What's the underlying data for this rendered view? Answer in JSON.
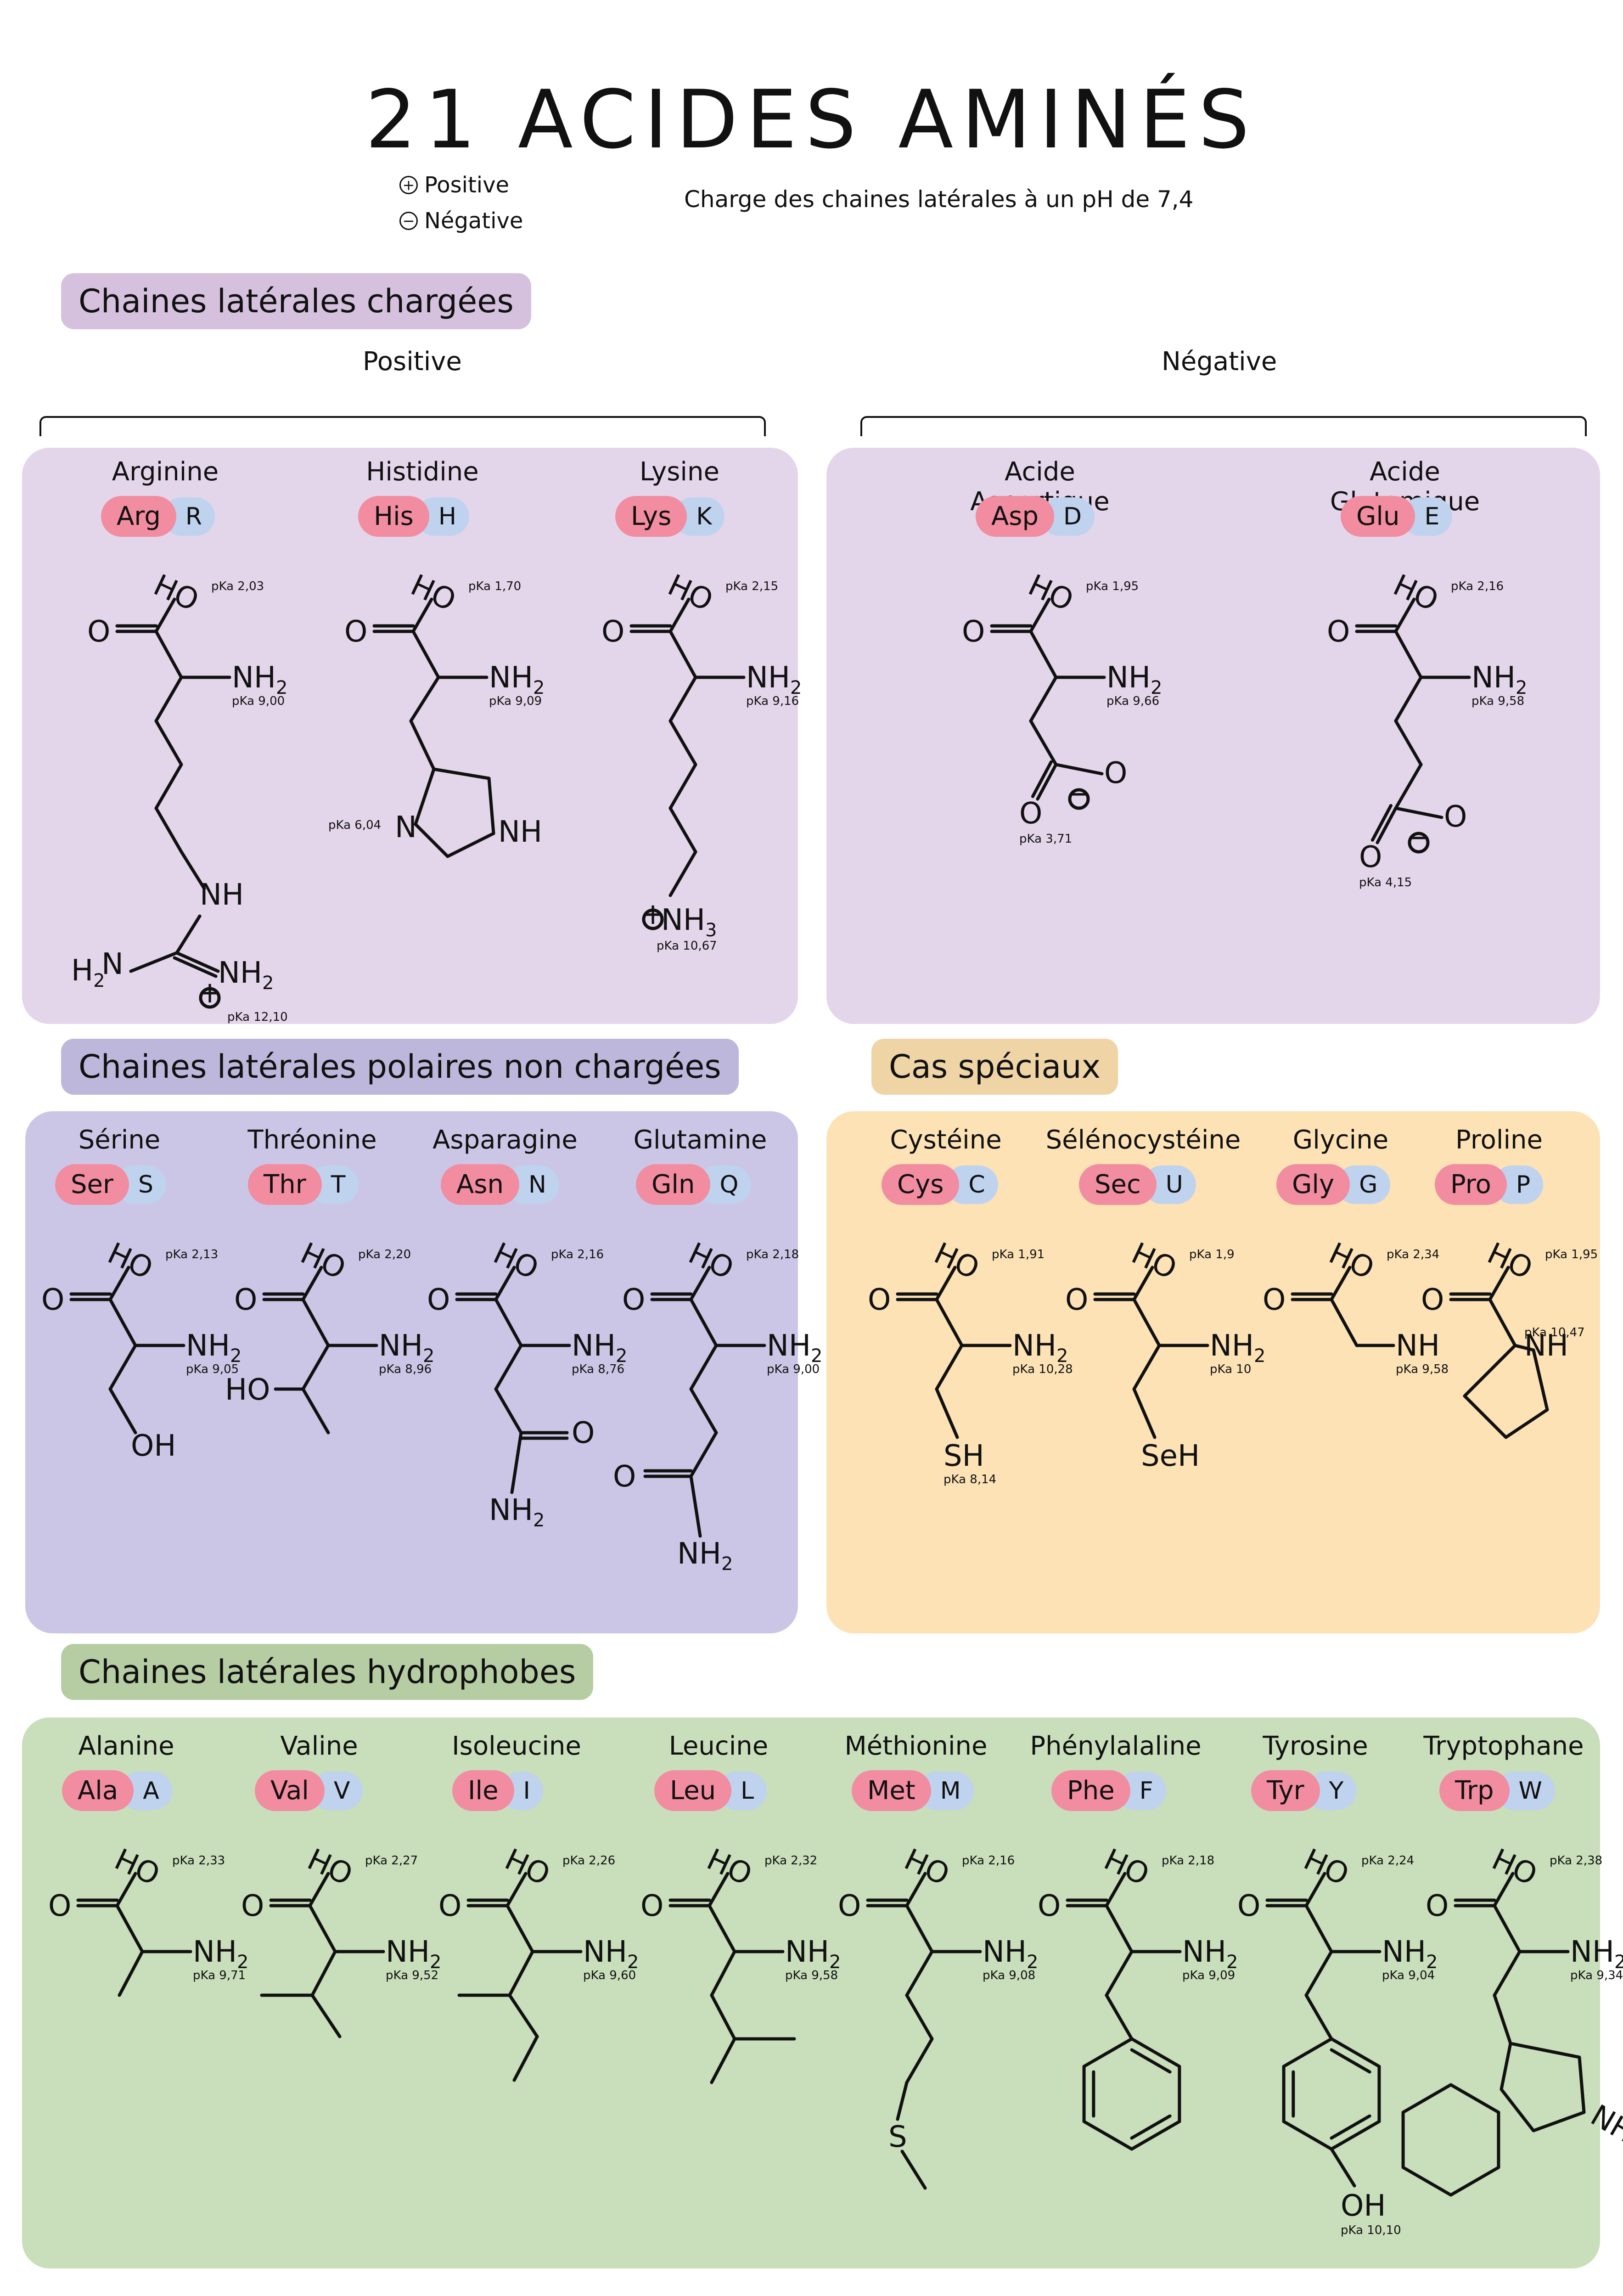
{
  "title": "21 ACIDES AMINÉS",
  "legend": {
    "positive_symbol": "+",
    "positive": "Positive",
    "negative_symbol": "−",
    "negative": "Négative"
  },
  "subtitle": "Charge des chaines latérales à un pH de 7,4",
  "sections": {
    "charged": "Chaines latérales chargées",
    "positive": "Positive",
    "negative": "Négative",
    "polar": "Chaines latérales polaires non chargées",
    "special": "Cas spéciaux",
    "hydrophobic": "Chaines latérales hydrophobes"
  },
  "colors": {
    "pill3": "#f28ca0",
    "pill1": "#bfd2ee",
    "charged_panel": "#e4d6ea",
    "charged_hdr": "#d5c1de",
    "polar_panel": "#cbc6e6",
    "polar_hdr": "#bdb7dc",
    "special_panel": "#fde2b6",
    "special_hdr": "#efd4a6",
    "hydro_panel": "#c9deba",
    "hydro_hdr": "#b6cda4"
  },
  "amino_acids": {
    "arg": {
      "name": "Arginine",
      "code3": "Arg",
      "code1": "R",
      "pka1": "pKa 2,03",
      "pka2": "pKa 9,00",
      "pka3": "pKa 12,10"
    },
    "his": {
      "name": "Histidine",
      "code3": "His",
      "code1": "H",
      "pka1": "pKa 1,70",
      "pka2": "pKa 9,09",
      "pka3": "pKa 6,04"
    },
    "lys": {
      "name": "Lysine",
      "code3": "Lys",
      "code1": "K",
      "pka1": "pKa 2,15",
      "pka2": "pKa 9,16",
      "pka3": "pKa 10,67"
    },
    "asp": {
      "name": "Acide Aspartique",
      "code3": "Asp",
      "code1": "D",
      "pka1": "pKa 1,95",
      "pka2": "pKa 9,66",
      "pka3": "pKa 3,71"
    },
    "glu": {
      "name": "Acide Glutamique",
      "code3": "Glu",
      "code1": "E",
      "pka1": "pKa 2,16",
      "pka2": "pKa 9,58",
      "pka3": "pKa 4,15"
    },
    "ser": {
      "name": "Sérine",
      "code3": "Ser",
      "code1": "S",
      "pka1": "pKa 2,13",
      "pka2": "pKa 9,05"
    },
    "thr": {
      "name": "Thréonine",
      "code3": "Thr",
      "code1": "T",
      "pka1": "pKa 2,20",
      "pka2": "pKa 8,96"
    },
    "asn": {
      "name": "Asparagine",
      "code3": "Asn",
      "code1": "N",
      "pka1": "pKa 2,16",
      "pka2": "pKa 8,76"
    },
    "gln": {
      "name": "Glutamine",
      "code3": "Gln",
      "code1": "Q",
      "pka1": "pKa 2,18",
      "pka2": "pKa 9,00"
    },
    "cys": {
      "name": "Cystéine",
      "code3": "Cys",
      "code1": "C",
      "pka1": "pKa 1,91",
      "pka2": "pKa 10,28",
      "pka3": "pKa 8,14"
    },
    "sec": {
      "name": "Sélénocystéine",
      "code3": "Sec",
      "code1": "U",
      "pka1": "pKa 1,9",
      "pka2": "pKa 10"
    },
    "gly": {
      "name": "Glycine",
      "code3": "Gly",
      "code1": "G",
      "pka1": "pKa 2,34",
      "pka2": "pKa 9,58"
    },
    "pro": {
      "name": "Proline",
      "code3": "Pro",
      "code1": "P",
      "pka1": "pKa 1,95",
      "pka2": "pKa 10,47"
    },
    "ala": {
      "name": "Alanine",
      "code3": "Ala",
      "code1": "A",
      "pka1": "pKa 2,33",
      "pka2": "pKa 9,71"
    },
    "val": {
      "name": "Valine",
      "code3": "Val",
      "code1": "V",
      "pka1": "pKa 2,27",
      "pka2": "pKa 9,52"
    },
    "ile": {
      "name": "Isoleucine",
      "code3": "Ile",
      "code1": "I",
      "pka1": "pKa 2,26",
      "pka2": "pKa 9,60"
    },
    "leu": {
      "name": "Leucine",
      "code3": "Leu",
      "code1": "L",
      "pka1": "pKa 2,32",
      "pka2": "pKa 9,58"
    },
    "met": {
      "name": "Méthionine",
      "code3": "Met",
      "code1": "M",
      "pka1": "pKa 2,16",
      "pka2": "pKa 9,08"
    },
    "phe": {
      "name": "Phénylalaline",
      "code3": "Phe",
      "code1": "F",
      "pka1": "pKa 2,18",
      "pka2": "pKa 9,09"
    },
    "tyr": {
      "name": "Tyrosine",
      "code3": "Tyr",
      "code1": "Y",
      "pka1": "pKa 2,24",
      "pka2": "pKa 9,04",
      "pka3": "pKa 10,10"
    },
    "trp": {
      "name": "Tryptophane",
      "code3": "Trp",
      "code1": "W",
      "pka1": "pKa 2,38",
      "pka2": "pKa 9,34"
    }
  },
  "atoms": {
    "ho": "HO",
    "o": "O",
    "nh2": "NH",
    "two": "2",
    "nh": "NH",
    "n": "N",
    "nh3": "NH",
    "three": "3",
    "h2n": "H",
    "oh": "OH",
    "sh": "SH",
    "seh": "SeH",
    "s": "S",
    "plus": "+",
    "minus": "−"
  }
}
